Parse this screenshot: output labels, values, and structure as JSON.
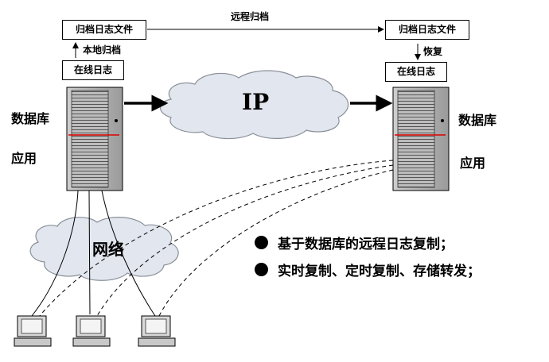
{
  "left_archive_box": "归档日志文件",
  "left_online_box": "在线日志",
  "local_archive_label": "本地归档",
  "remote_archive_label": "远程归档",
  "right_archive_box": "归档日志文件",
  "right_online_box": "在线日志",
  "restore_label": "恢复",
  "left_db_label": "数据库",
  "left_app_label": "应用",
  "right_db_label": "数据库",
  "right_app_label": "应用",
  "ip_cloud_label": "IP",
  "network_cloud_label": "网络",
  "bullets": [
    "基于数据库的远程日志复制；",
    "实时复制、定时复制、存储转发；"
  ]
}
